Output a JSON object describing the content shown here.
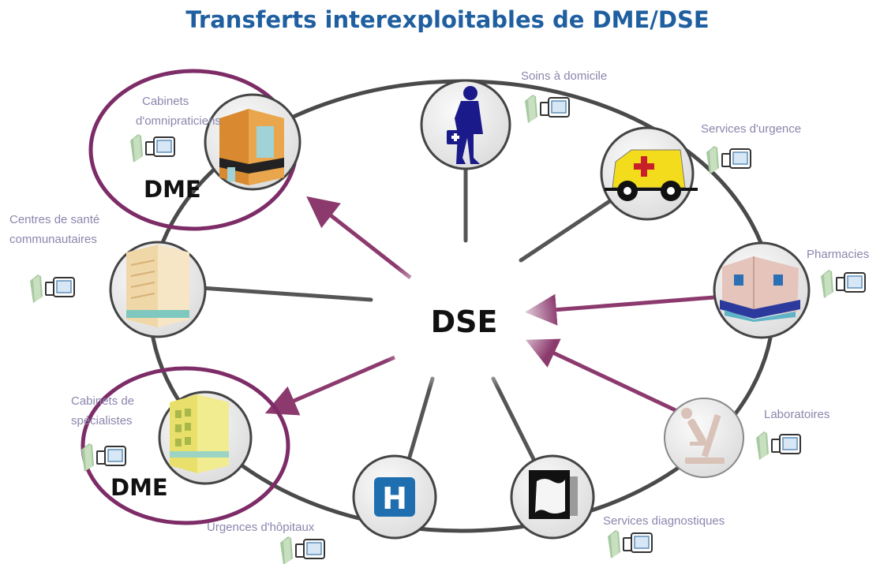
{
  "title": "Transferts interexploitables de DME/DSE",
  "center_label": "DSE",
  "dme_label": "DME",
  "nodes": {
    "soins_domicile": "Soins à domicile",
    "services_urgence": "Services d'urgence",
    "pharmacies": "Pharmacies",
    "laboratoires": "Laboratoires",
    "services_diagnostiques": "Services diagnostiques",
    "urgences_hopitaux": "Urgences d'hôpitaux",
    "cabinets_specialistes": [
      "Cabinets de",
      "spécialistes"
    ],
    "centres_sante": [
      "Centres de santé",
      "communautaires"
    ],
    "cabinets_omni": [
      "Cabinets",
      "d'omnipraticiens"
    ]
  },
  "hospital_letter": "H",
  "colors": {
    "title": "#1f5fa0",
    "arrow": "#8c3a6e",
    "highlight": "#7d2c67",
    "ring": "#4a4a4a",
    "label": "#8a86ad",
    "hospital": "#1f6fb0"
  },
  "icons": [
    "folder-icon",
    "monitor-icon",
    "nurse-icon",
    "ambulance-icon",
    "pharmacy-icon",
    "microscope-icon",
    "xray-icon",
    "hospital-icon",
    "building-icon"
  ]
}
